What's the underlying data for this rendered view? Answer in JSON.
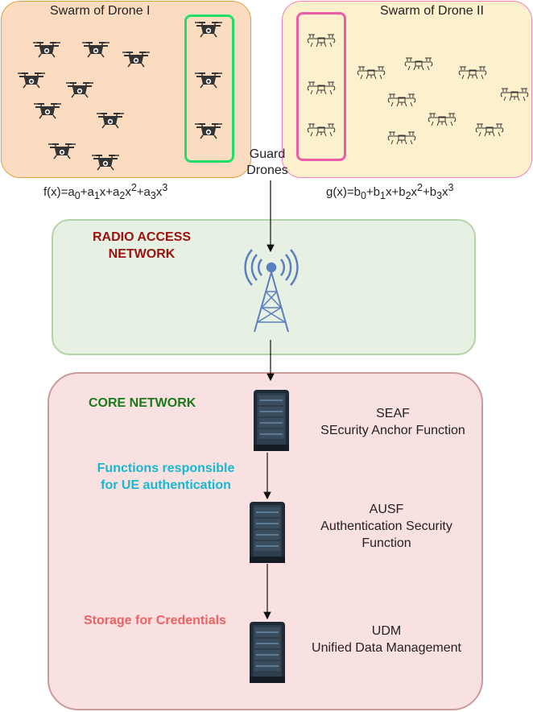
{
  "swarm1": {
    "title": "Swarm of Drone I",
    "equation": "f(x)=a0+a1x+a2x2+a3x3"
  },
  "swarm2": {
    "title": "Swarm of Drone II",
    "equation": "g(x)=b0+b1x+b2x2+b3x3"
  },
  "guard_label": {
    "line1": "Guard",
    "line2": "Drones"
  },
  "ran": {
    "title_line1": "RADIO ACCESS",
    "title_line2": "NETWORK"
  },
  "core": {
    "title": "CORE NETWORK"
  },
  "functions_label": {
    "line1": "Functions responsible",
    "line2": "for UE authentication"
  },
  "storage_label": "Storage for Credentials",
  "seaf": {
    "name": "SEAF",
    "full": "SEcurity Anchor Function"
  },
  "ausf": {
    "name": "AUSF",
    "line1": "Authentication Security",
    "line2": "Function"
  },
  "udm": {
    "name": "UDM",
    "full": "Unified Data Management"
  },
  "colors": {
    "swarm1_fill": "#fcdcc0",
    "swarm2_fill": "#fdf0cc",
    "guard1_border": "#22dd66",
    "guard2_border": "#ee5ca8",
    "ran_fill": "#e6f0e3",
    "core_fill": "#fae1e1",
    "ran_title": "#a01010",
    "core_title": "#1a7a1a",
    "functions_label": "#16b8d0",
    "storage_label": "#f06060",
    "tower": "#5b7fc0"
  },
  "icons": [
    "quadcopter-icon",
    "hexacopter-icon",
    "cell-tower-icon",
    "server-rack-icon"
  ]
}
